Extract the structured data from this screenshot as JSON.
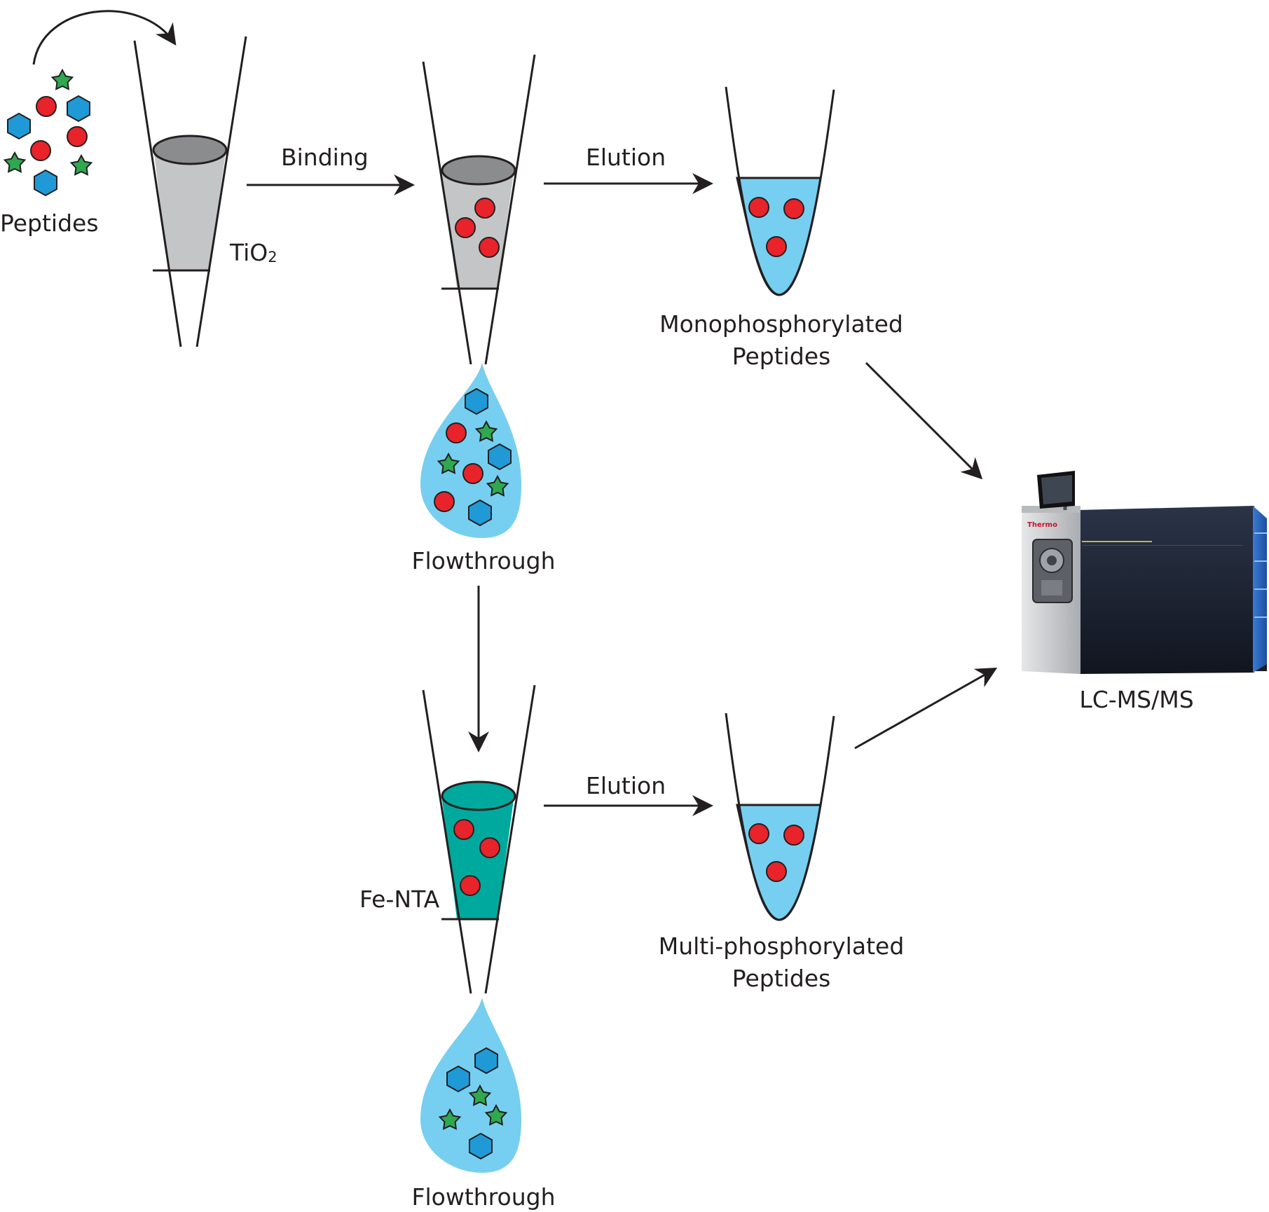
{
  "labels": {
    "peptides": "Peptides",
    "tio2": "TiO",
    "tio2_sub": "2",
    "binding": "Binding",
    "elution_top": "Elution",
    "elution_bottom": "Elution",
    "mono_line1": "Monophosphorylated",
    "mono_line2": "Peptides",
    "flowthrough_top": "Flowthrough",
    "flowthrough_bottom": "Flowthrough",
    "fe_nta": "Fe-NTA",
    "multi_line1": "Multi-phosphorylated",
    "multi_line2": "Peptides",
    "lcms": "LC-MS/MS",
    "instrument_brand": "Thermo"
  },
  "colors": {
    "red_particle": "#e8232a",
    "blue_hexagon": "#1f9ad6",
    "green_star": "#2fa84f",
    "liquid": "#76cff0",
    "tio2_resin": "#c4c5c7",
    "tio2_top": "#8b8c8e",
    "fe_nta_resin": "#00a99d",
    "instrument_dark": "#1b2232",
    "instrument_silver": "#cfd1d3"
  }
}
